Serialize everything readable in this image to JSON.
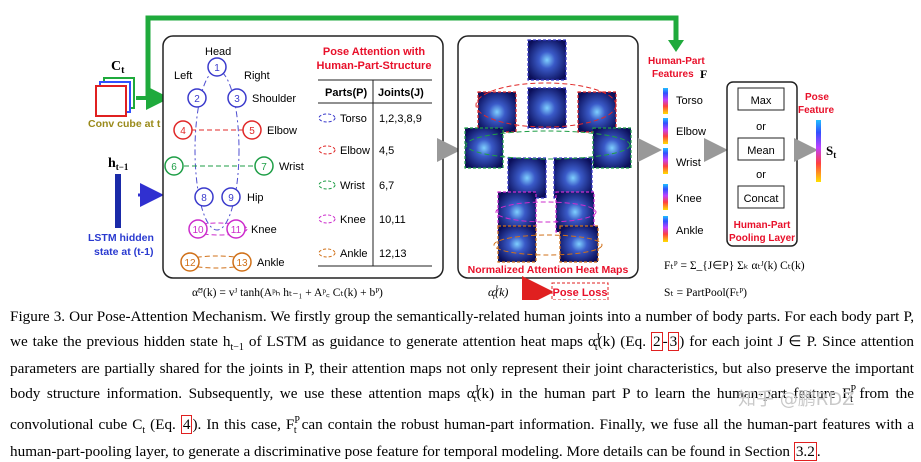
{
  "figure": {
    "input": {
      "ct_label": "C",
      "ct_sub": "t",
      "conv_cube_label": "Conv cube at t",
      "h_label": "h",
      "h_sub": "t−1",
      "lstm_label_1": "LSTM hidden",
      "lstm_label_2": "state at (t-1)"
    },
    "skeleton": {
      "head": "Head",
      "left": "Left",
      "right": "Right",
      "joints": [
        "1",
        "2",
        "3",
        "4",
        "5",
        "6",
        "7",
        "8",
        "9",
        "10",
        "11",
        "12",
        "13"
      ],
      "parts": [
        "Shoulder",
        "Elbow",
        "Wrist",
        "Hip",
        "Knee",
        "Ankle"
      ]
    },
    "table": {
      "title_1": "Pose Attention with",
      "title_2": "Human-Part-Structure",
      "col_parts": "Parts(P)",
      "col_joints": "Joints(J)",
      "rows": [
        {
          "part": "Torso",
          "joints": "1,2,3,8,9"
        },
        {
          "part": "Elbow",
          "joints": "4,5"
        },
        {
          "part": "Wrist",
          "joints": "6,7"
        },
        {
          "part": "Knee",
          "joints": "10,11"
        },
        {
          "part": "Ankle",
          "joints": "12,13"
        }
      ]
    },
    "heatmaps": {
      "label": "Normalized Attention Heat Maps",
      "alpha": "α",
      "alpha_sub": "t",
      "alpha_sup": "J",
      "alpha_arg": "(k)",
      "pose_loss": "Pose Loss"
    },
    "features": {
      "title_1": "Human-Part",
      "title_2": "Features",
      "F": "F",
      "parts": [
        "Torso",
        "Elbow",
        "Wrist",
        "Knee",
        "Ankle"
      ]
    },
    "pooling": {
      "ops": [
        "Max",
        "Mean",
        "Concat"
      ],
      "or": "or",
      "label_1": "Human-Part",
      "label_2": "Pooling Layer"
    },
    "output": {
      "label_1": "Pose",
      "label_2": "Feature",
      "S": "S",
      "S_sub": "t"
    },
    "equations": {
      "attention": "α̃ᵗᴶ(k) = vᴶ tanh(Aᵖₕ hₜ₋₁ + Aᵖ꜀ Cₜ(k) + bᴾ)",
      "feature": "Fₜᴾ = Σ_{J∈P} Σₖ αₜᴶ(k) Cₜ(k)",
      "pool": "Sₜ = PartPool(Fₜᴾ)"
    },
    "colors": {
      "green_arrow": "#1faa3c",
      "red_title": "#e8102a",
      "torso": "#3a3acc",
      "elbow": "#e02828",
      "wrist": "#1e9e46",
      "knee": "#cc2ccc",
      "ankle": "#d07018"
    }
  },
  "caption": {
    "lead": "Figure 3.",
    "text_1": "Our Pose-Attention Mechanism. We firstly group the semantically-related human joints into a number of body parts. For each body part P, we take the previous hidden state h",
    "h_sub": "t−1",
    "text_2": " of LSTM as guidance to generate attention heat maps α",
    "text_3": "(k) (Eq. ",
    "ref_a": "2",
    "ref_dash": "-",
    "ref_b": "3",
    "text_4": ") for each joint J ∈ P. Since attention parameters are partially shared for the joints in P, their attention maps not only represent their joint characteristics, but also preserve the important body structure information. Subsequently, we use these attention maps α",
    "text_5": "(k) in the human part P to learn the human-part feature F",
    "text_6": " from the convolutional cube C",
    "text_7": " (Eq. ",
    "ref_c": "4",
    "text_8": "). In this case, F",
    "text_9": " can contain the robust human-part information. Finally, we fuse all the human-part features with a human-part-pooling layer, to generate a discriminative pose feature for temporal modeling. More details can be found in Section ",
    "ref_d": "3.2",
    "text_10": "."
  },
  "watermark": "知乎 @鹏RDZ"
}
